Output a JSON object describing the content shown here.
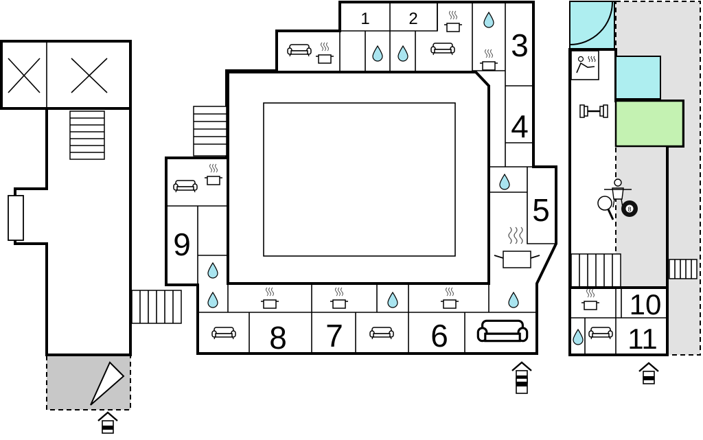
{
  "unit_labels": {
    "u1": "1",
    "u2": "2",
    "u3": "3",
    "u4": "4",
    "u5": "5",
    "u6": "6",
    "u7": "7",
    "u8": "8",
    "u9": "9",
    "u10": "10",
    "u11": "11"
  },
  "ball_number": "8",
  "colors": {
    "wall": "#000000",
    "pool_water": "#aeeef0",
    "recreation_area": "#c4f2b2",
    "terrace": "#c8c8c8",
    "walkway": "#e2e2e2",
    "water_drop": "#a9e4ef"
  },
  "icons": [
    "sofa-icon",
    "cooktop-icon",
    "water-drop-icon",
    "sauna-icon",
    "dumbbell-icon",
    "table-football-icon",
    "table-tennis-icon",
    "billiard-ball-icon",
    "entrance-icon",
    "stairs-icon",
    "parasol-icon"
  ]
}
